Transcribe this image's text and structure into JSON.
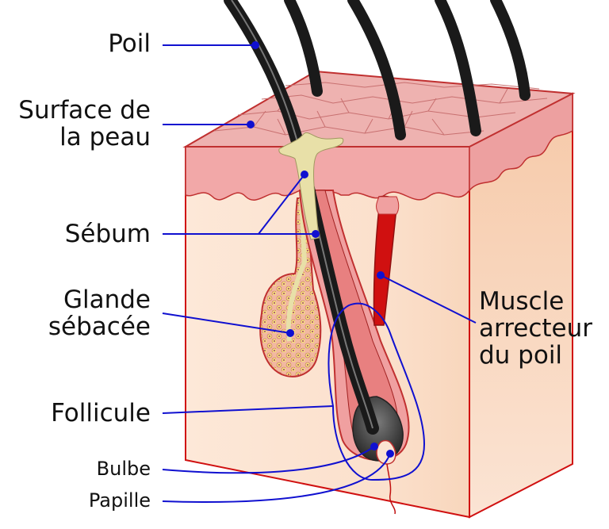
{
  "labels": {
    "poil": "Poil",
    "surface": "Surface de\nla peau",
    "sebum": "Sébum",
    "glande": "Glande\nsébacée",
    "follicule": "Follicule",
    "bulbe": "Bulbe",
    "papille": "Papille",
    "muscle": "Muscle\narrecteur\ndu poil"
  },
  "colors": {
    "leader_line": "#1010d0",
    "skin_surface": "#e8a4a4",
    "dermis": "#fbe3d2",
    "border": "#c81010",
    "hair": "#1a1a1a",
    "sebum": "#e8e0a8",
    "muscle": "#d01010"
  }
}
